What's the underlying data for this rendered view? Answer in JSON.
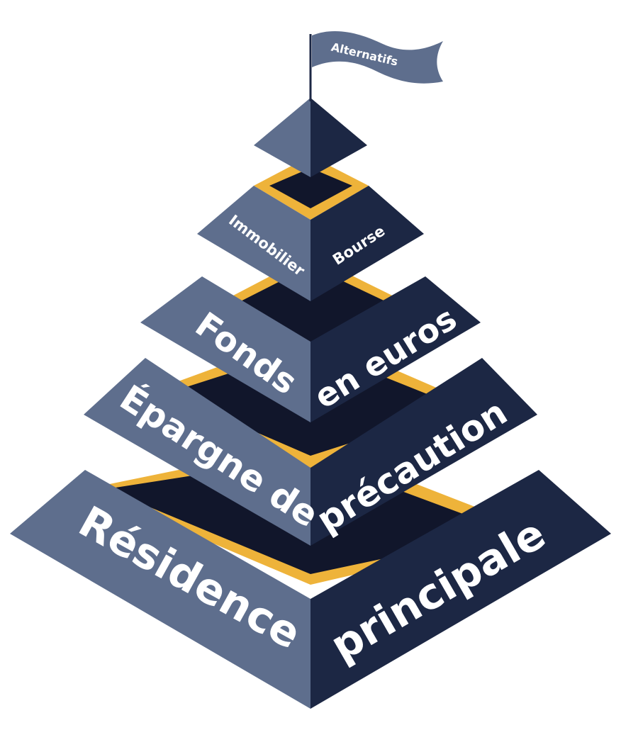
{
  "colors": {
    "left_face": "#5e6e8d",
    "right_face": "#1c2744",
    "inner": "#11162b",
    "gold": "#eeb33a",
    "flag": "#5e6e8d",
    "text": "#ffffff"
  },
  "flag": {
    "label": "Alternatifs"
  },
  "tiers": [
    {
      "level": 1,
      "left": "Résidence",
      "right": "principale"
    },
    {
      "level": 2,
      "left": "Épargne de",
      "right": "précaution"
    },
    {
      "level": 3,
      "left": "Fonds",
      "right": "en euros"
    },
    {
      "level": 4,
      "left": "Immobilier",
      "right": "Bourse"
    },
    {
      "level": 5,
      "left": "",
      "right": ""
    }
  ]
}
